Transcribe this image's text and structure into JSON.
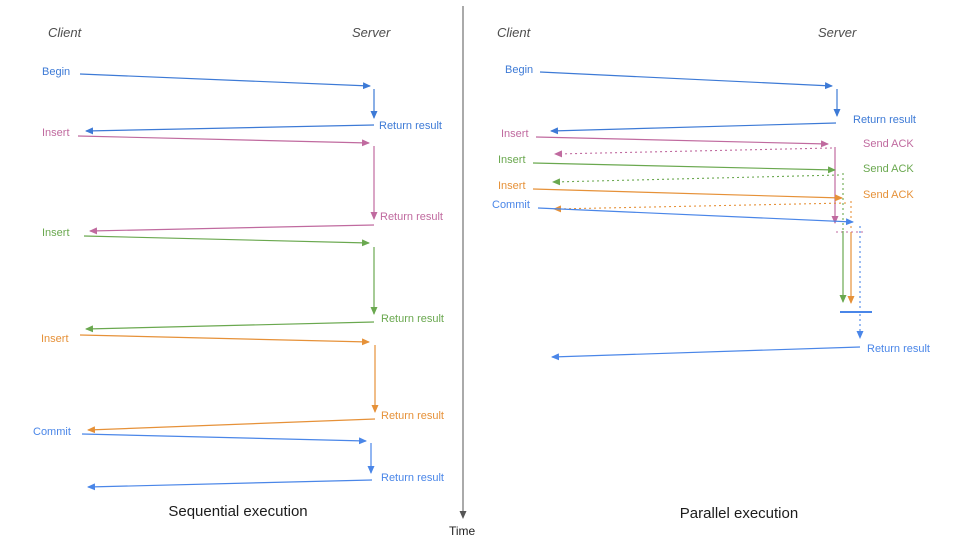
{
  "panels": {
    "sequential": {
      "title": "Sequential execution",
      "client_header": "Client",
      "server_header": "Server",
      "operations": [
        {
          "label": "Begin",
          "result": "Return result",
          "color": "#3d7ad6"
        },
        {
          "label": "Insert",
          "result": "Return result",
          "color": "#c06a9f"
        },
        {
          "label": "Insert",
          "result": "Return result",
          "color": "#6aa84f"
        },
        {
          "label": "Insert",
          "result": "Return result",
          "color": "#e69138"
        },
        {
          "label": "Commit",
          "result": "Return result",
          "color": "#4a86e8"
        }
      ]
    },
    "parallel": {
      "title": "Parallel execution",
      "client_header": "Client",
      "server_header": "Server",
      "operations": [
        {
          "label": "Begin",
          "result": "Return result",
          "color": "#3d7ad6"
        },
        {
          "label": "Insert",
          "ack": "Send ACK",
          "color": "#c06a9f"
        },
        {
          "label": "Insert",
          "ack": "Send ACK",
          "color": "#6aa84f"
        },
        {
          "label": "Insert",
          "ack": "Send ACK",
          "color": "#e69138"
        },
        {
          "label": "Commit",
          "result": "Return result",
          "color": "#4a86e8"
        }
      ]
    }
  },
  "time_axis": {
    "label": "Time"
  },
  "colors": {
    "begin_blue": "#3d7ad6",
    "commit_blue": "#4a86e8",
    "insert_pink": "#c06a9f",
    "insert_green": "#6aa84f",
    "insert_orange": "#e69138",
    "axis_gray": "#555555",
    "header_gray": "#4d4d4d"
  }
}
